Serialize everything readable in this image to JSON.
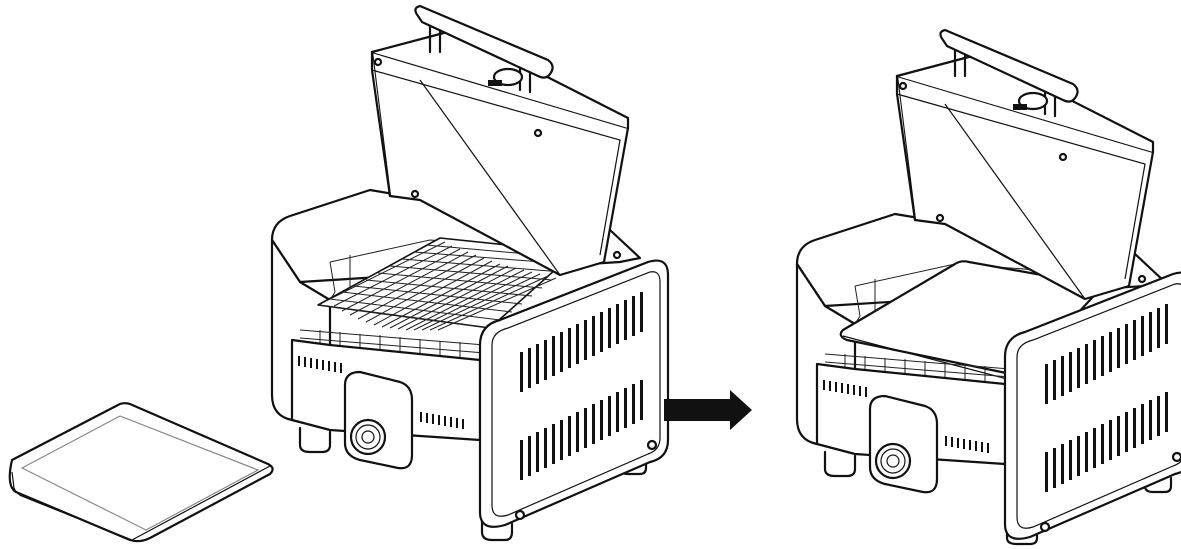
{
  "figure": {
    "panels": [
      {
        "id": "before",
        "items": [
          "griddle-plate",
          "grill-with-open-lid"
        ]
      },
      {
        "id": "after",
        "items": [
          "grill-with-griddle-installed"
        ]
      }
    ],
    "arrow_direction": "right",
    "colors": {
      "line": "#111111",
      "background": "#ffffff",
      "arrow": "#111111"
    }
  }
}
